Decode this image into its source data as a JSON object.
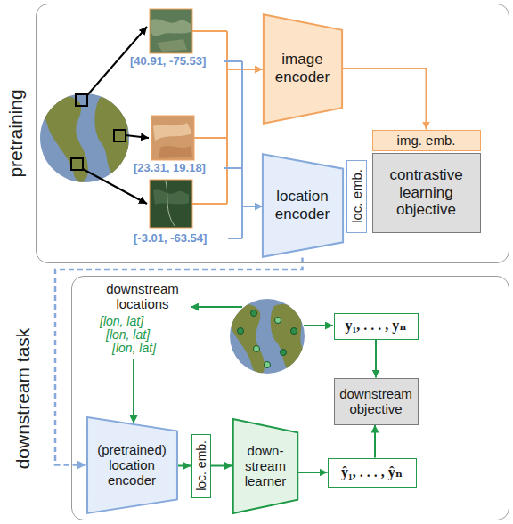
{
  "diagram": {
    "nodes": [
      {
        "text": [
          "pretraining"
        ]
      },
      {
        "text": [
          "image encoder"
        ],
        "in": 0
      },
      {
        "text": [
          "img. emb."
        ],
        "in": 0
      },
      {
        "text": [
          "location encoder"
        ],
        "in": 0
      },
      {
        "text": [
          "loc. emb."
        ],
        "in": 0
      },
      {
        "text": [
          "contrastive learning objective"
        ],
        "in": 0
      },
      {
        "text": [
          "downstream task"
        ]
      },
      {
        "text": [
          "y₁, . . . , yₙ"
        ],
        "in": 6
      },
      {
        "text": [
          "downstream objective"
        ],
        "in": 6
      },
      {
        "text": [
          "(pretrained) location encoder"
        ],
        "in": 6
      },
      {
        "text": [
          "loc. emb."
        ],
        "in": 6
      },
      {
        "text": [
          "down- stream learner"
        ],
        "in": 6
      },
      {
        "text": [
          "ŷ₁, . . . , ŷₙ"
        ],
        "in": 6
      }
    ],
    "edges": [
      {
        "from": 1,
        "to": 2,
        "arrow": "to"
      },
      {
        "from": 3,
        "to": 9,
        "arrow": "to"
      },
      {
        "from": 7,
        "to": 8,
        "arrow": "to"
      },
      {
        "from": 12,
        "to": 8,
        "arrow": "to"
      },
      {
        "from": 9,
        "to": 10,
        "arrow": "to"
      },
      {
        "from": 10,
        "to": 11,
        "arrow": "to"
      },
      {
        "from": 11,
        "to": 12,
        "arrow": "to"
      }
    ],
    "labels": [
      "[40.91, -75.53]",
      "[23.31, 19.18]",
      "[-3.01, -63.54]",
      "downstream locations",
      "[lon, lat]",
      "[lon, lat]",
      "[lon, lat]"
    ]
  }
}
